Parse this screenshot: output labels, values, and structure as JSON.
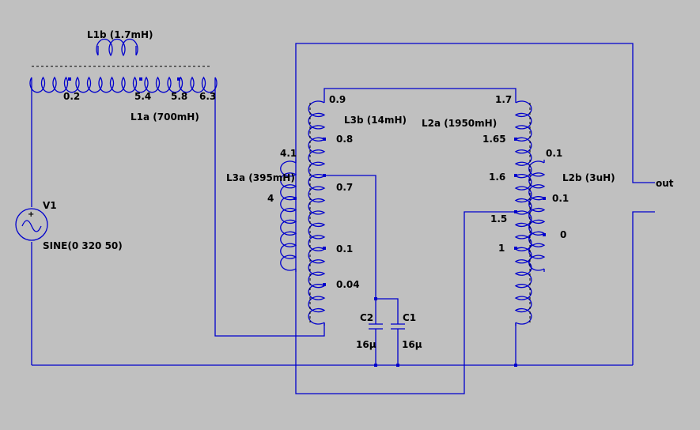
{
  "colors": {
    "background": "#c0c0c0",
    "wire": "#0000cc",
    "text": "#000000"
  },
  "components": {
    "L1b": {
      "label": "L1b (1.7mH)"
    },
    "L1a": {
      "label": "L1a (700mH)",
      "taps": [
        "0.2",
        "5.4",
        "5.8",
        "6.3"
      ]
    },
    "L3a": {
      "label": "L3a (395mH)",
      "taps": [
        "4.1",
        "4"
      ]
    },
    "L3b": {
      "label": "L3b (14mH)",
      "taps": [
        "0.9",
        "0.8",
        "0.7",
        "0.1",
        "0.04"
      ]
    },
    "L2a": {
      "label": "L2a (1950mH)",
      "taps": [
        "1.7",
        "1.65",
        "1.6",
        "1.5",
        "1"
      ]
    },
    "L2b": {
      "label": "L2b (3uH)",
      "taps": [
        "0.1",
        "0.1",
        "0"
      ]
    },
    "V1": {
      "name": "V1",
      "value": "SINE(0 320 50)"
    },
    "C1": {
      "name": "C1",
      "value": "16µ"
    },
    "C2": {
      "name": "C2",
      "value": "16µ"
    }
  },
  "net_labels": {
    "out": "out"
  }
}
